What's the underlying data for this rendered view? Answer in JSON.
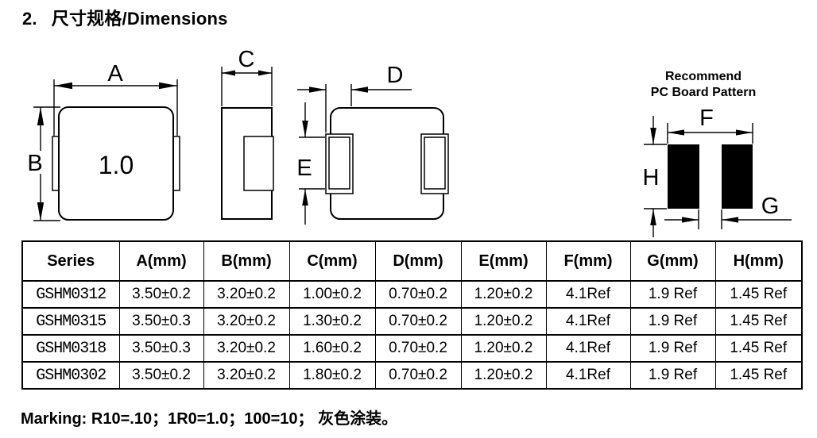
{
  "page": {
    "title_number": "2.",
    "title_text": "尺寸规格/Dimensions",
    "marking_note": "Marking: R10=.10；1R0=1.0；100=10； 灰色涂装。"
  },
  "diagram": {
    "part_marking": "1.0",
    "labels": {
      "A": "A",
      "B": "B",
      "C": "C",
      "D": "D",
      "E": "E",
      "F": "F",
      "G": "G",
      "H": "H"
    },
    "pcb_title_line1": "Recommend",
    "pcb_title_line2": "PC Board Pattern",
    "line_color": "#000000",
    "pad_color": "#000000"
  },
  "table": {
    "headers": [
      "Series",
      "A(mm)",
      "B(mm)",
      "C(mm)",
      "D(mm)",
      "E(mm)",
      "F(mm)",
      "G(mm)",
      "H(mm)"
    ],
    "rows": [
      {
        "series": "GSHM0312",
        "values": [
          "3.50±0.2",
          "3.20±0.2",
          "1.00±0.2",
          "0.70±0.2",
          "1.20±0.2",
          "4.1Ref",
          "1.9 Ref",
          "1.45 Ref"
        ]
      },
      {
        "series": "GSHM0315",
        "values": [
          "3.50±0.3",
          "3.20±0.2",
          "1.30±0.2",
          "0.70±0.2",
          "1.20±0.2",
          "4.1Ref",
          "1.9 Ref",
          "1.45 Ref"
        ]
      },
      {
        "series": "GSHM0318",
        "values": [
          "3.50±0.3",
          "3.20±0.2",
          "1.60±0.2",
          "0.70±0.2",
          "1.20±0.2",
          "4.1Ref",
          "1.9 Ref",
          "1.45 Ref"
        ]
      },
      {
        "series": "GSHM0302",
        "values": [
          "3.50±0.2",
          "3.20±0.2",
          "1.80±0.2",
          "0.70±0.2",
          "1.20±0.2",
          "4.1Ref",
          "1.9 Ref",
          "1.45 Ref"
        ]
      }
    ]
  }
}
